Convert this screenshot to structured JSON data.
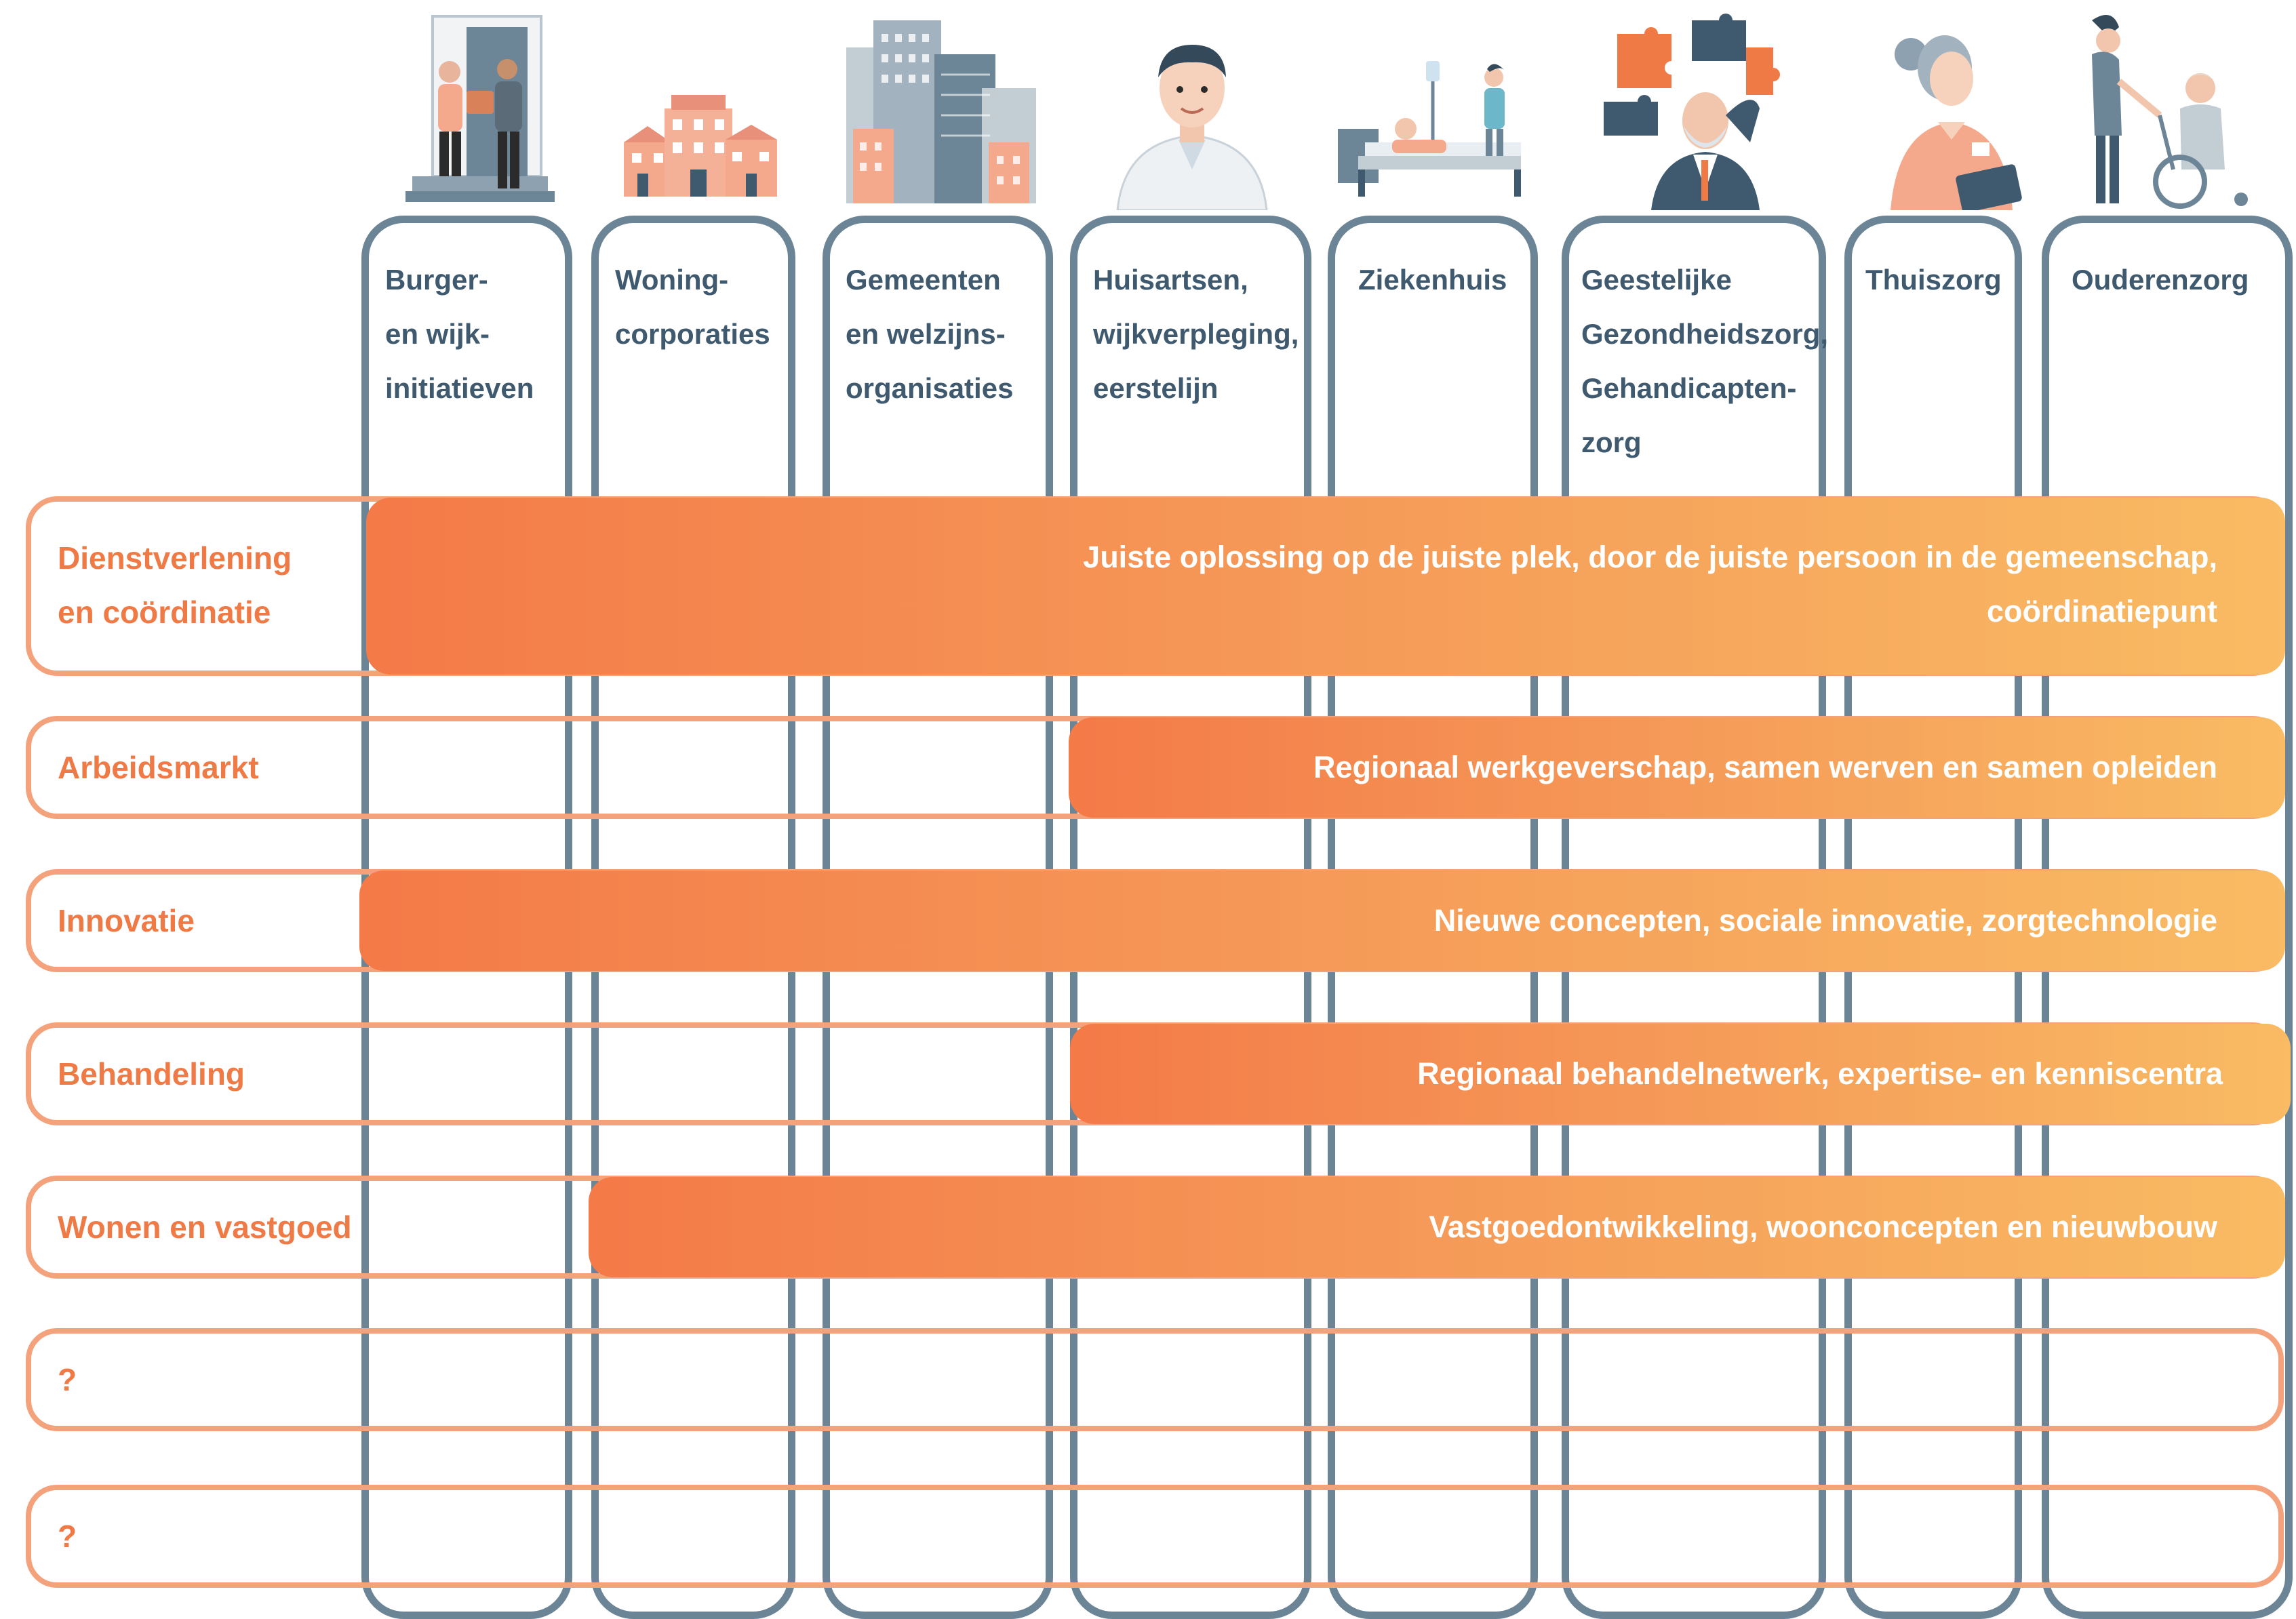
{
  "columns": [
    {
      "id": "burger",
      "label": "Burger-\nen wijk-\ninitiatieven",
      "icon": "people-at-door-icon"
    },
    {
      "id": "woning",
      "label": "Woning-\ncorporaties",
      "icon": "houses-icon"
    },
    {
      "id": "gemeenten",
      "label": "Gemeenten\nen welzijns-\norganisaties",
      "icon": "city-buildings-icon"
    },
    {
      "id": "huisartsen",
      "label": "Huisartsen,\nwijkverpleging,\neerstelijn",
      "icon": "doctor-icon"
    },
    {
      "id": "ziekenhuis",
      "label": "Ziekenhuis",
      "icon": "hospital-bed-icon"
    },
    {
      "id": "ggz",
      "label": "Geestelijke\nGezondheidszorg,\nGehandicapten-\nzorg",
      "icon": "puzzle-thinker-icon"
    },
    {
      "id": "thuiszorg",
      "label": "Thuiszorg",
      "icon": "nurse-clipboard-icon"
    },
    {
      "id": "ouderenzorg",
      "label": "Ouderenzorg",
      "icon": "wheelchair-icon"
    }
  ],
  "rows": [
    {
      "id": "dienstverlening",
      "label": "Dienstverlening\nen coördinatie",
      "bar_text": "Juiste oplossing op de juiste plek, door de juiste persoon in de gemeenschap,\ncoördinatiepunt"
    },
    {
      "id": "arbeidsmarkt",
      "label": "Arbeidsmarkt",
      "bar_text": "Regionaal werkgeverschap, samen werven en samen opleiden"
    },
    {
      "id": "innovatie",
      "label": "Innovatie",
      "bar_text": "Nieuwe concepten, sociale innovatie, zorgtechnologie"
    },
    {
      "id": "behandeling",
      "label": "Behandeling",
      "bar_text": "Regionaal behandelnetwerk, expertise- en kenniscentra"
    },
    {
      "id": "wonen",
      "label": "Wonen en vastgoed",
      "bar_text": "Vastgoedontwikkeling, woonconcepten en nieuwbouw"
    },
    {
      "id": "leeg1",
      "label": "?",
      "bar_text": ""
    },
    {
      "id": "leeg2",
      "label": "?",
      "bar_text": ""
    }
  ],
  "colors": {
    "column_border": "#6b8496",
    "column_text": "#3f5a6f",
    "row_border": "#f4a27c",
    "row_text": "#ef7a46",
    "bar_start": "#f47a48",
    "bar_end": "#f9bb63"
  }
}
